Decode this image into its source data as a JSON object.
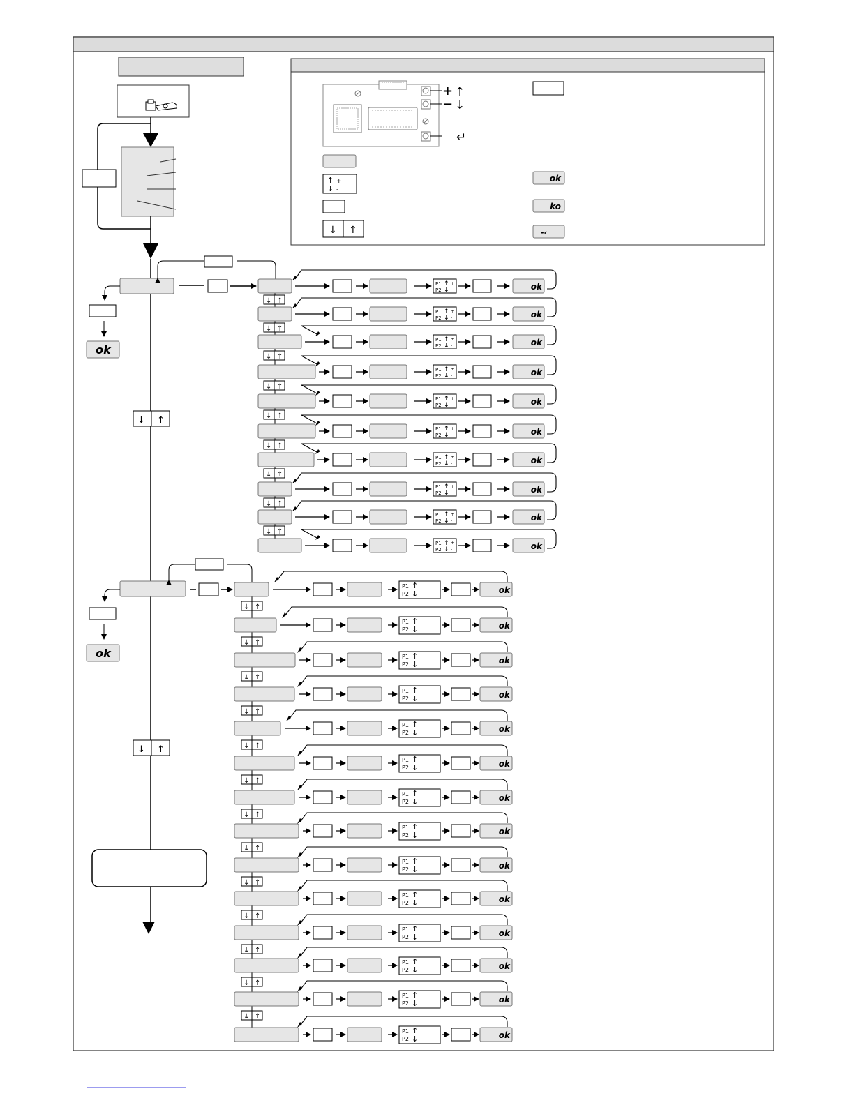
{
  "legend": {
    "plus_sign": "+",
    "minus_sign": "−",
    "up_arrow": "↑",
    "down_arrow": "↓",
    "enter_symbol": "↵",
    "updown_plus": "+",
    "updown_minus": "-"
  },
  "displays": {
    "ok": "ok",
    "ko": "ko",
    "exit": "-‹"
  },
  "menu": {
    "p1": "P1",
    "p2": "P2",
    "pm_plus": "+",
    "pm_minus": "-"
  },
  "counts": {
    "group1_rows": 10,
    "group2_rows": 14
  }
}
